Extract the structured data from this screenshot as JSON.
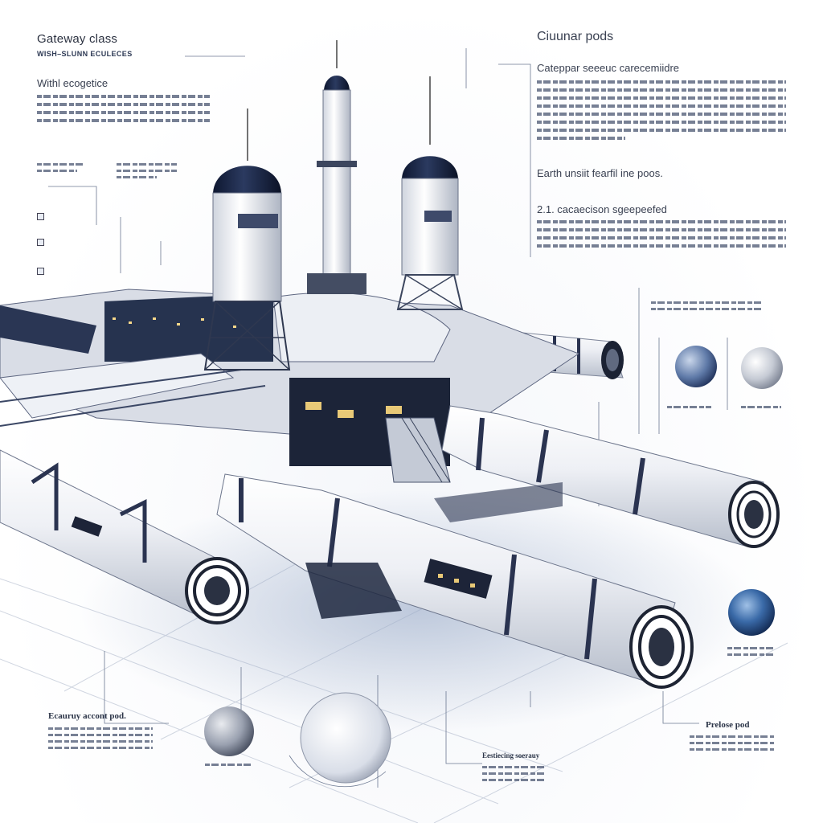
{
  "top_left": {
    "title": "Gateway class",
    "subtitle": "WISH–SLUNN ECULECES",
    "section": "Withl ecogetice"
  },
  "top_right": {
    "title": "Ciuunar pods",
    "section": "Cateppar seeeuc carecemiidre",
    "note": "Earth unsiit fearfil ine poos.",
    "subsection": "2.1. cacaecison sgeepeefed"
  },
  "captions": {
    "bottom_left": "Ecauruy accont pod.",
    "bottom_center": "Eestiecing soerauy",
    "bottom_right": "Prelose pod"
  },
  "colors": {
    "hull": "#f2f3f6",
    "hull_shade": "#c9ced9",
    "dark": "#1e2a44",
    "accent_blue": "#2f4a8a"
  }
}
